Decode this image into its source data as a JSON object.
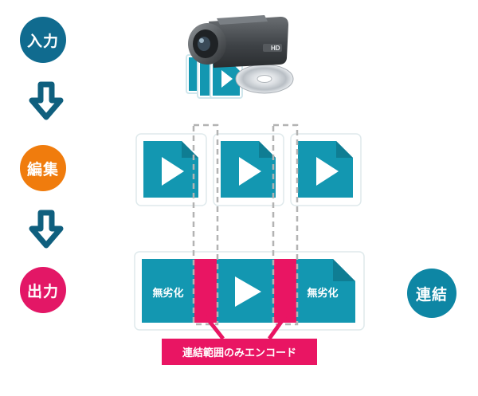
{
  "steps": {
    "input_label": "入力",
    "edit_label": "編集",
    "output_label": "出力"
  },
  "join_label": "連結",
  "lossless_label_left": "無劣化",
  "lossless_label_right": "無劣化",
  "encode_banner": "連結範囲のみエンコード",
  "colors": {
    "input": "#106b8f",
    "edit": "#f07c0d",
    "output": "#e31766",
    "file_teal": "#1397b1",
    "file_fold": "#0f7d93",
    "highlight": "#e91563",
    "dashed_border": "#b3b3b3",
    "arrow": "#0f5f7e",
    "join": "#0e86a4"
  },
  "icons": {
    "camera": "camcorder-icon",
    "disc": "disc-icon",
    "video_stack": "video-file-stack-icon",
    "video_file": "video-file-icon",
    "down_arrow": "down-arrow-icon",
    "play": "play-icon"
  }
}
